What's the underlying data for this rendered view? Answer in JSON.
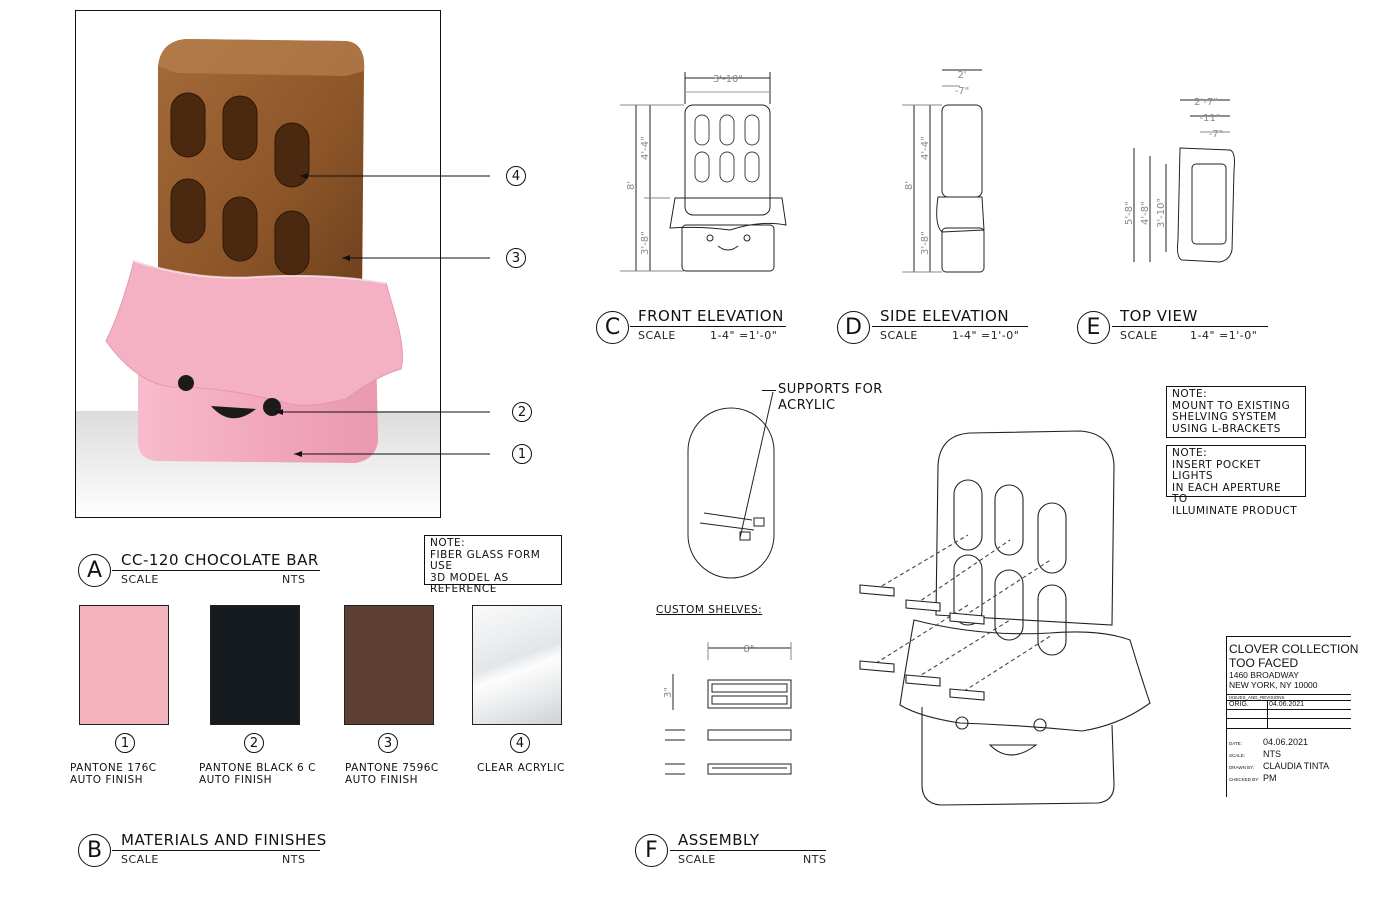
{
  "sectionA": {
    "letter": "A",
    "title": "CC-120 CHOCOLATE BAR",
    "scale_label": "SCALE",
    "scale_value": "NTS"
  },
  "noteA": [
    "NOTE:",
    "FIBER GLASS FORM USE",
    "3D  MODEL AS",
    "REFERENCE"
  ],
  "callouts": [
    "4",
    "3",
    "2",
    "1"
  ],
  "sectionB": {
    "letter": "B",
    "title": "MATERIALS AND FINISHES",
    "scale_label": "SCALE",
    "scale_value": "NTS"
  },
  "materials": [
    {
      "num": "1",
      "color": "#f4b4bd",
      "line1": "PANTONE 176C",
      "line2": "AUTO FINISH"
    },
    {
      "num": "2",
      "color": "#151a1f",
      "line1": "PANTONE BLACK 6 C",
      "line2": "AUTO FINISH"
    },
    {
      "num": "3",
      "color": "#5d4033",
      "line1": "PANTONE 7596C",
      "line2": "AUTO FINISH"
    },
    {
      "num": "4",
      "color": "#eef0f2",
      "line1": "CLEAR ACRYLIC",
      "line2": ""
    }
  ],
  "sectionC": {
    "letter": "C",
    "title": "FRONT ELEVATION",
    "scale_label": "SCALE",
    "scale_value": "1-4\" =1'-0\""
  },
  "sectionD": {
    "letter": "D",
    "title": "SIDE ELEVATION",
    "scale_label": "SCALE",
    "scale_value": "1-4\" =1'-0\""
  },
  "sectionE": {
    "letter": "E",
    "title": "TOP VIEW",
    "scale_label": "SCALE",
    "scale_value": "1-4\" =1'-0\""
  },
  "sectionF": {
    "letter": "F",
    "title": "ASSEMBLY",
    "scale_label": "SCALE",
    "scale_value": "NTS"
  },
  "dims_front": {
    "width": "3'-10\"",
    "height_total": "8'",
    "upper": "4'-4\"",
    "lower": "3'-8\""
  },
  "dims_side": {
    "depth": "2'",
    "sub": "-7\"",
    "height_total": "8'",
    "upper": "4'-4\"",
    "lower": "3'-8\""
  },
  "dims_top": {
    "d1": "2'-7\"",
    "d2": "-11\"",
    "d3": "-7\"",
    "h1": "5'-8\"",
    "h2": "4'-8\"",
    "h3": "3'-10\""
  },
  "supports_label": [
    "SUPPORTS FOR",
    "ACRYLIC"
  ],
  "custom_shelves": {
    "label": "CUSTOM SHELVES:",
    "width": "8\"",
    "height": "3\""
  },
  "noteMount": [
    "NOTE:",
    "MOUNT TO EXISTING",
    "SHELVING SYSTEM",
    "USING L-BRACKETS"
  ],
  "noteLights": [
    "NOTE:",
    "INSERT POCKET LIGHTS",
    "IN EACH APERTURE TO",
    "ILLUMINATE PRODUCT"
  ],
  "title_block": {
    "line1": "CLOVER COLLECTION",
    "line2": "TOO FACED",
    "line3": "1460 BROADWAY",
    "line4": "NEW YORK, NY 10000",
    "issues": "ISSUES_AND_REVISIONS",
    "orig": "ORIG.",
    "orig_date": "04.06.2021",
    "rows": [
      {
        "k": "DATE:",
        "v": "04.06.2021"
      },
      {
        "k": "SCALE:",
        "v": "NTS"
      },
      {
        "k": "DRAWN BY:",
        "v": "CLAUDIA TINTA"
      },
      {
        "k": "CHECKED BY:",
        "v": "PM"
      }
    ]
  }
}
